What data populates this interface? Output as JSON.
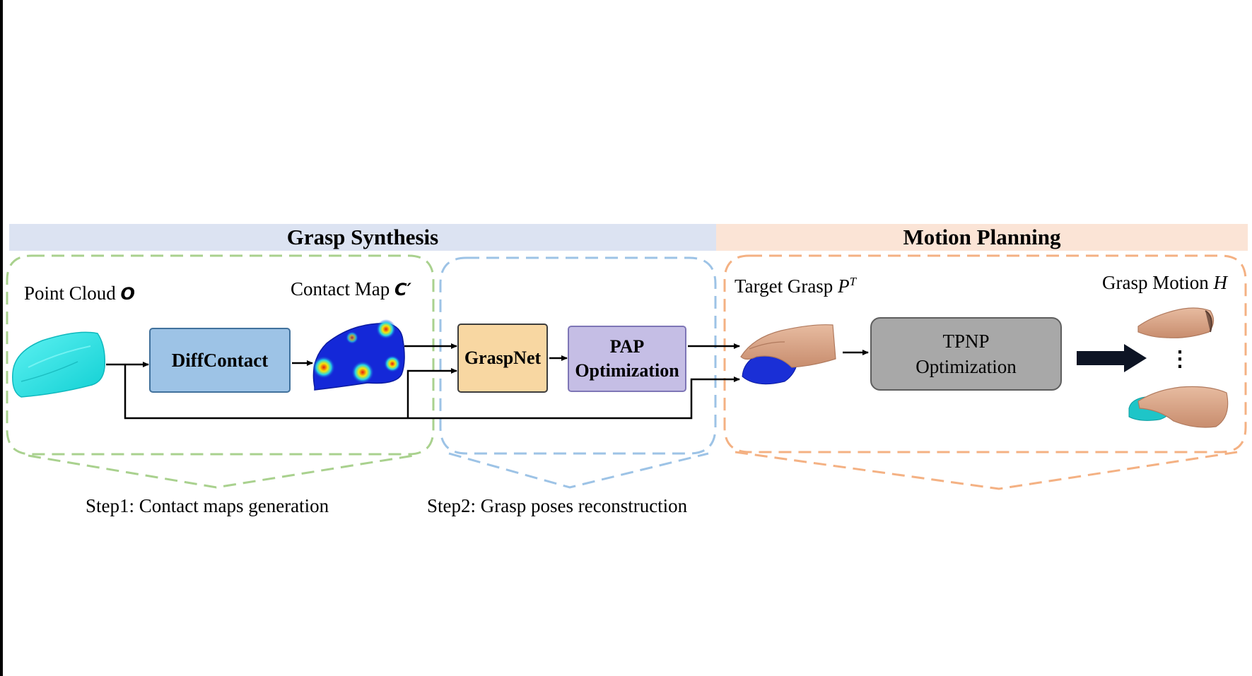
{
  "banners": {
    "grasp_synthesis": "Grasp Synthesis",
    "motion_planning": "Motion Planning"
  },
  "labels": {
    "point_cloud": "Point Cloud",
    "point_cloud_symbol": "O",
    "contact_map": "Contact Map",
    "contact_map_symbol": "C′",
    "target_grasp": "Target Grasp",
    "target_grasp_symbol": "P",
    "target_grasp_superscript": "T",
    "grasp_motion": "Grasp Motion",
    "grasp_motion_symbol": "H"
  },
  "modules": {
    "diffcontact": "DiffContact",
    "graspnet": "GraspNet",
    "pap_line1": "PAP",
    "pap_line2": "Optimization",
    "tpnp_line1": "TPNP",
    "tpnp_line2": "Optimization"
  },
  "steps": {
    "step1": "Step1: Contact maps generation",
    "step2": "Step2: Grasp poses reconstruction"
  },
  "ellipsis": "⋮",
  "colors": {
    "step1_border": "#a9d18e",
    "step2_border": "#9dc3e6",
    "motion_border": "#f4b183",
    "object_cyan": "#1ee3e6",
    "heatmap_blue": "#1428d8",
    "skin": "#d9a98b"
  }
}
